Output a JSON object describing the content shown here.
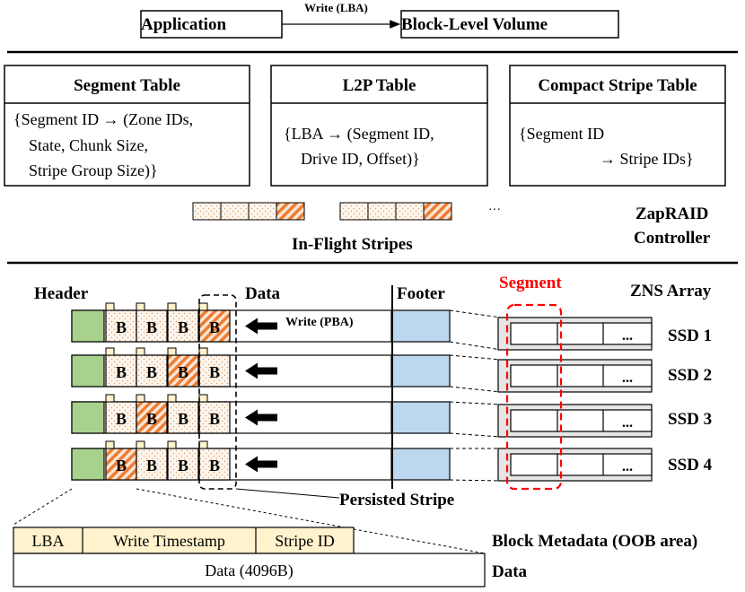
{
  "top": {
    "application": "Application",
    "write_lba": "Write (LBA)",
    "block_volume": "Block-Level Volume"
  },
  "tables": {
    "segment": {
      "title": "Segment Table",
      "lines": [
        "{Segment ID → (Zone IDs,",
        "State, Chunk Size,",
        "Stripe Group Size)}"
      ]
    },
    "l2p": {
      "title": "L2P Table",
      "lines": [
        "{LBA → (Segment ID,",
        "Drive ID, Offset)}"
      ]
    },
    "compact": {
      "title": "Compact Stripe Table",
      "lines": [
        "{Segment ID",
        "→ Stripe IDs}"
      ]
    }
  },
  "inflight": {
    "label": "In-Flight Stripes",
    "ellipsis": "···"
  },
  "controller": {
    "line1": "ZapRAID",
    "line2": "Controller"
  },
  "array": {
    "header_label": "Header",
    "data_label": "Data",
    "footer_label": "Footer",
    "segment_label": "Segment",
    "zns_label": "ZNS Array",
    "write_pba": "Write (PBA)",
    "block_letter": "B",
    "zone_ellipsis": "...",
    "persisted_stripe": "Persisted Stripe",
    "ssds": [
      "SSD 1",
      "SSD 2",
      "SSD 3",
      "SSD 4"
    ]
  },
  "metadata": {
    "fields": [
      "LBA",
      "Write Timestamp",
      "Stripe ID"
    ],
    "data_block": "Data (4096B)",
    "oob_label": "Block Metadata (OOB area)",
    "data_label": "Data"
  },
  "colors": {
    "header_fill": "#a9d18e",
    "footer_fill": "#bdd7ee",
    "meta_fill": "#fff2cc",
    "hatch": "#ed7d31",
    "dots": "#f4b183",
    "segment_red": "#ff0000"
  }
}
